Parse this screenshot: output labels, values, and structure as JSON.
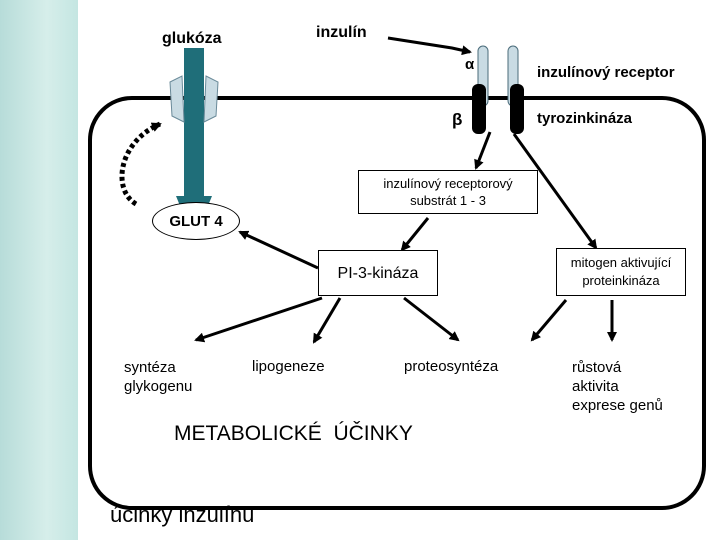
{
  "labels": {
    "glucose": "glukóza",
    "insulin": "inzulín",
    "alpha": "α",
    "beta": "β",
    "receptor": "inzulínový receptor",
    "tyrosine_kinase": "tyrozinkináza",
    "irs_line1": "inzulínový receptorový",
    "irs_line2": "substrát 1 - 3",
    "glut4": "GLUT 4",
    "pi3k": "PI-3-kináza",
    "mapk_line1": "mitogen aktivující",
    "mapk_line2": "proteinkináza",
    "glycogen_line1": "syntéza",
    "glycogen_line2": "glykogenu",
    "lipogenesis": "lipogeneze",
    "proteosynthesis": "proteosyntéza",
    "growth_line1": "růstová",
    "growth_line2": "aktivita",
    "growth_line3": "exprese genů",
    "metabolic_effects": "METABOLICKÉ  ÚČINKY",
    "footer_title": "účinky inzulínu"
  },
  "colors": {
    "sidebar": "#c4e6e2",
    "glucose_arrow": "#1f6e79",
    "transporter": "#c9dbe3",
    "receptor_alpha": "#c9dbe3",
    "receptor_beta": "#000000"
  }
}
